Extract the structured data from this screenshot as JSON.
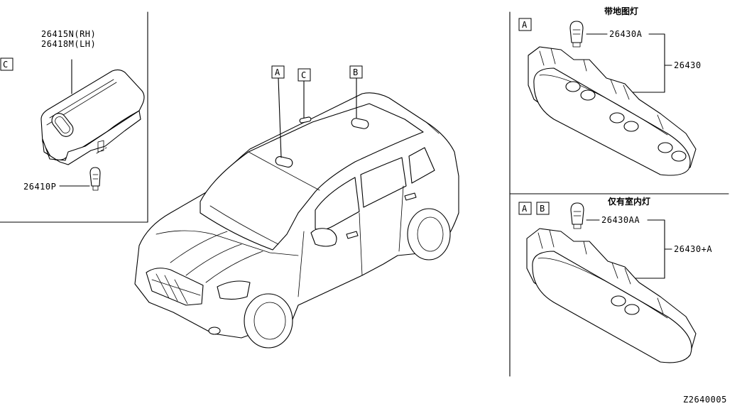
{
  "section_c": {
    "box_letter": "C",
    "part_rh": "26415N(RH)",
    "part_lh": "26418M(LH)",
    "bulb_part": "26410P"
  },
  "car": {
    "callout_a": "A",
    "callout_c": "C",
    "callout_b": "B"
  },
  "top_panel": {
    "box_a": "A",
    "caption": "带地图灯",
    "bulb_part": "26430A",
    "assembly_part": "26430"
  },
  "bottom_panel": {
    "box_a": "A",
    "box_b": "B",
    "caption": "仅有室内灯",
    "bulb_part": "26430AA",
    "assembly_part": "26430+A"
  },
  "diagram_code": "Z2640005"
}
